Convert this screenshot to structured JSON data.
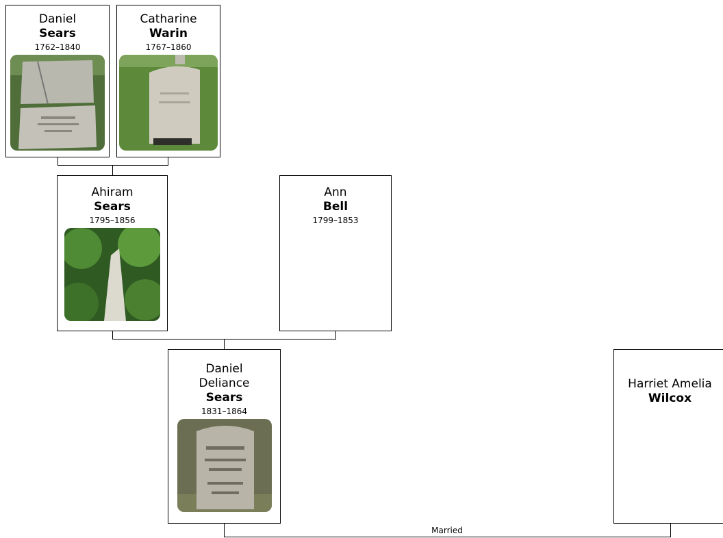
{
  "people": {
    "daniel_sears": {
      "given": "Daniel",
      "surname": "Sears",
      "dates": "1762–1840"
    },
    "catharine_warin": {
      "given": "Catharine",
      "surname": "Warin",
      "dates": "1767–1860"
    },
    "ahiram_sears": {
      "given": "Ahiram",
      "surname": "Sears",
      "dates": "1795–1856"
    },
    "ann_bell": {
      "given": "Ann",
      "surname": "Bell",
      "dates": "1799–1853"
    },
    "daniel_deliance_sears": {
      "given_line1": "Daniel",
      "given_line2": "Deliance",
      "surname": "Sears",
      "dates": "1831–1864"
    },
    "harriet_wilcox": {
      "given": "Harriet Amelia",
      "surname": "Wilcox"
    }
  },
  "relationship": {
    "label": "Married"
  },
  "colors": {
    "line": "#000000",
    "box_border": "#000000",
    "foliage": "#3d6b2a",
    "stone": "#c9c5b8"
  }
}
